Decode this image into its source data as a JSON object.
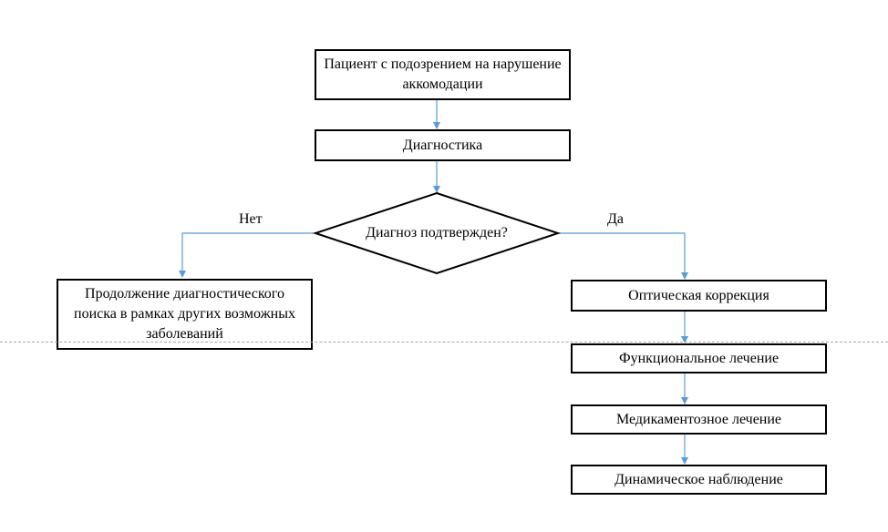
{
  "diagram": {
    "start": "Пациент с подозрением на нарушение аккомодации",
    "diagnostics": "Диагностика",
    "decision": "Диагноз подтвержден?",
    "no_label": "Нет",
    "yes_label": "Да",
    "no_branch": "Продолжение диагностического поиска в рамках других возможных заболеваний",
    "yes_steps": [
      "Оптическая коррекция",
      "Функциональное лечение",
      "Медикаментозное лечение",
      "Динамическое наблюдение"
    ],
    "colors": {
      "connector": "#5b9bd5",
      "border": "#000000",
      "dashed_line": "#a6a6a6"
    }
  }
}
